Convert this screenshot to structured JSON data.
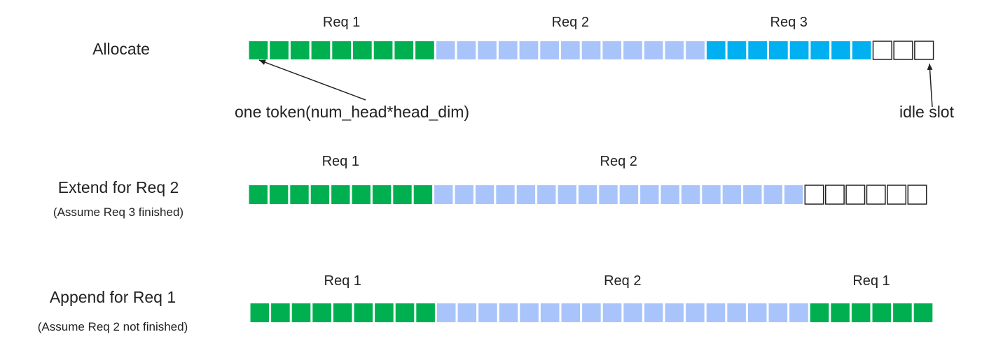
{
  "colors": {
    "req1": "#00b050",
    "req2": "#a9c4fb",
    "req3": "#00b0f0",
    "idle": "#ffffff",
    "border": "#ffffff",
    "idle_border": "#222222",
    "arrow": "#222222"
  },
  "rows": [
    {
      "label": "Allocate",
      "sublabel": "",
      "segments": [
        {
          "req": "req1",
          "count": 9,
          "label": "Req 1"
        },
        {
          "req": "req2",
          "count": 13,
          "label": "Req 2"
        },
        {
          "req": "req3",
          "count": 8,
          "label": "Req 3"
        },
        {
          "req": "idle",
          "count": 3,
          "label": ""
        }
      ]
    },
    {
      "label": "Extend for Req 2",
      "sublabel": "(Assume Req 3 finished)",
      "segments": [
        {
          "req": "req1",
          "count": 9,
          "label": "Req 1"
        },
        {
          "req": "req2",
          "count": 18,
          "label": "Req 2"
        },
        {
          "req": "idle",
          "count": 6,
          "label": ""
        }
      ]
    },
    {
      "label": "Append for Req 1",
      "sublabel": "(Assume Req 2 not finished)",
      "segments": [
        {
          "req": "req1",
          "count": 9,
          "label": "Req 1"
        },
        {
          "req": "req2",
          "count": 18,
          "label": "Req 2"
        },
        {
          "req": "req1",
          "count": 6,
          "label": "Req 1"
        }
      ]
    }
  ],
  "annotations": {
    "token": "one token(num_head*head_dim)",
    "idle": "idle slot"
  }
}
